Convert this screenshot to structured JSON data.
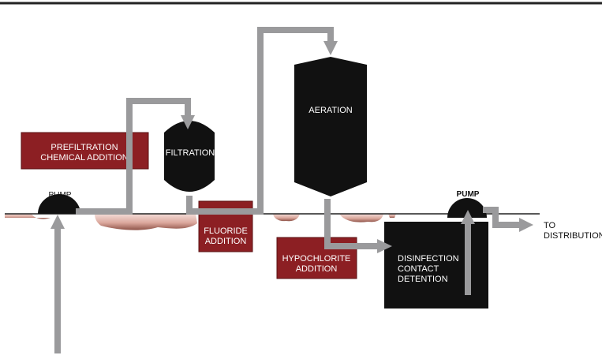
{
  "labels": {
    "pump_left": "PUMP",
    "pump_right": "PUMP",
    "filtration": "FILTRATION",
    "aeration": "AERATION",
    "prefiltration": [
      "PREFILTRATION",
      "CHEMICAL ADDITION"
    ],
    "fluoride": [
      "FLUORIDE",
      "ADDITION"
    ],
    "hypochlorite": [
      "HYPOCHLORITE",
      "ADDITION"
    ],
    "disinfection": [
      "DISINFECTION",
      "CONTACT",
      "DETENTION"
    ],
    "to_distribution": [
      "TO",
      "DISTRIBUTION"
    ]
  },
  "colors": {
    "tank": "#111111",
    "chemical_box": "#8c1f23",
    "pipe": "#9a9a9c",
    "ground_fill": "#efd3cd",
    "ground_dark": "#8f5348",
    "frame_line": "#222222"
  }
}
